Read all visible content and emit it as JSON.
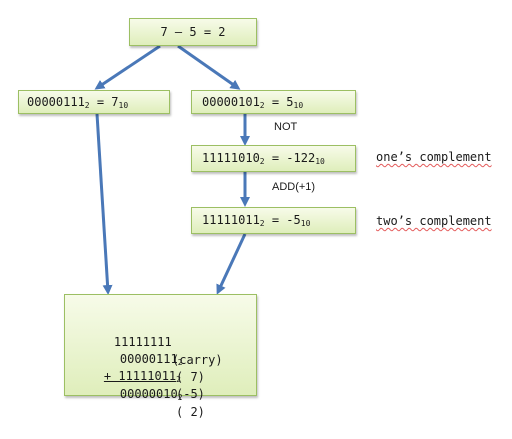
{
  "colors": {
    "arrow": "#4a78b8",
    "box_border": "#9cbf63",
    "box_fill_top": "#f7fbe9",
    "box_fill_bottom": "#dfeebb",
    "squiggle": "#e35a5a"
  },
  "top": {
    "text": "7 – 5 = 2"
  },
  "left": {
    "bits": "00000111",
    "base_bits": "2",
    "eq": " = 7",
    "base_dec": "10"
  },
  "right1": {
    "bits": "00000101",
    "base_bits": "2",
    "eq": " = 5",
    "base_dec": "10"
  },
  "right2": {
    "bits": "11111010",
    "base_bits": "2",
    "eq": " = -122",
    "base_dec": "10"
  },
  "right3": {
    "bits": "11111011",
    "base_bits": "2",
    "eq": " = -5",
    "base_dec": "10"
  },
  "op_not": "NOT",
  "op_add": "ADD(+1)",
  "note_ones": "one’s complement",
  "note_twos": "two’s complement",
  "sum": {
    "line1": "11111111",
    "line1_note": "(carry)",
    "line2": "00000111",
    "line2_base": "2",
    "line2_note": "( 7)",
    "line3": "+ 11111011",
    "line3_base": "2",
    "line3_note": "(-5)",
    "line4": "00000010",
    "line4_base": "2",
    "line4_note": "( 2)"
  }
}
